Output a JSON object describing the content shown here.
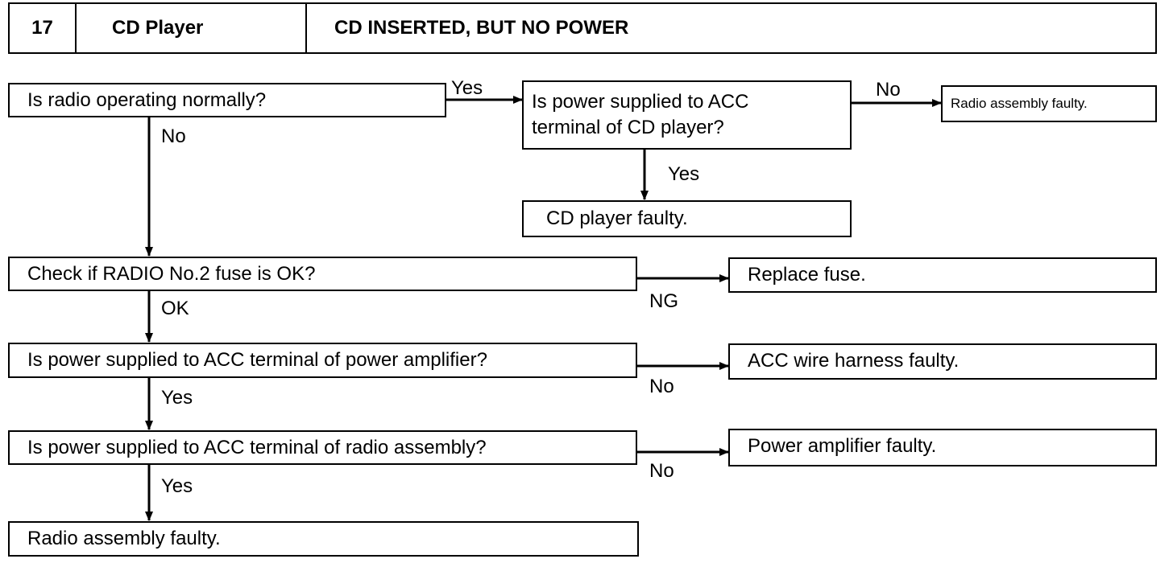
{
  "header": {
    "number": "17",
    "system": "CD Player",
    "symptom": "CD INSERTED, BUT NO POWER"
  },
  "nodes": {
    "q_radio": "Is radio operating normally?",
    "q_power_cd_line1": "Is power supplied to ACC",
    "q_power_cd_line2": "terminal of CD player?",
    "r_radio_faulty_small": "Radio assembly faulty.",
    "r_cd_faulty": "CD player faulty.",
    "q_fuse": "Check if RADIO No.2 fuse is OK?",
    "r_replace_fuse": "Replace fuse.",
    "q_power_amp": "Is power supplied to ACC terminal of power amplifier?",
    "r_acc_harness": "ACC wire harness faulty.",
    "q_power_radio": "Is power supplied to ACC terminal of radio assembly?",
    "r_amp_faulty": "Power amplifier faulty.",
    "r_radio_faulty": "Radio assembly faulty."
  },
  "edge_labels": {
    "yes_radio": "Yes",
    "no_radio": "No",
    "no_cd": "No",
    "yes_cd": "Yes",
    "ng_fuse": "NG",
    "ok_fuse": "OK",
    "no_amp": "No",
    "yes_amp": "Yes",
    "no_radio_power": "No",
    "yes_radio_power": "Yes"
  }
}
